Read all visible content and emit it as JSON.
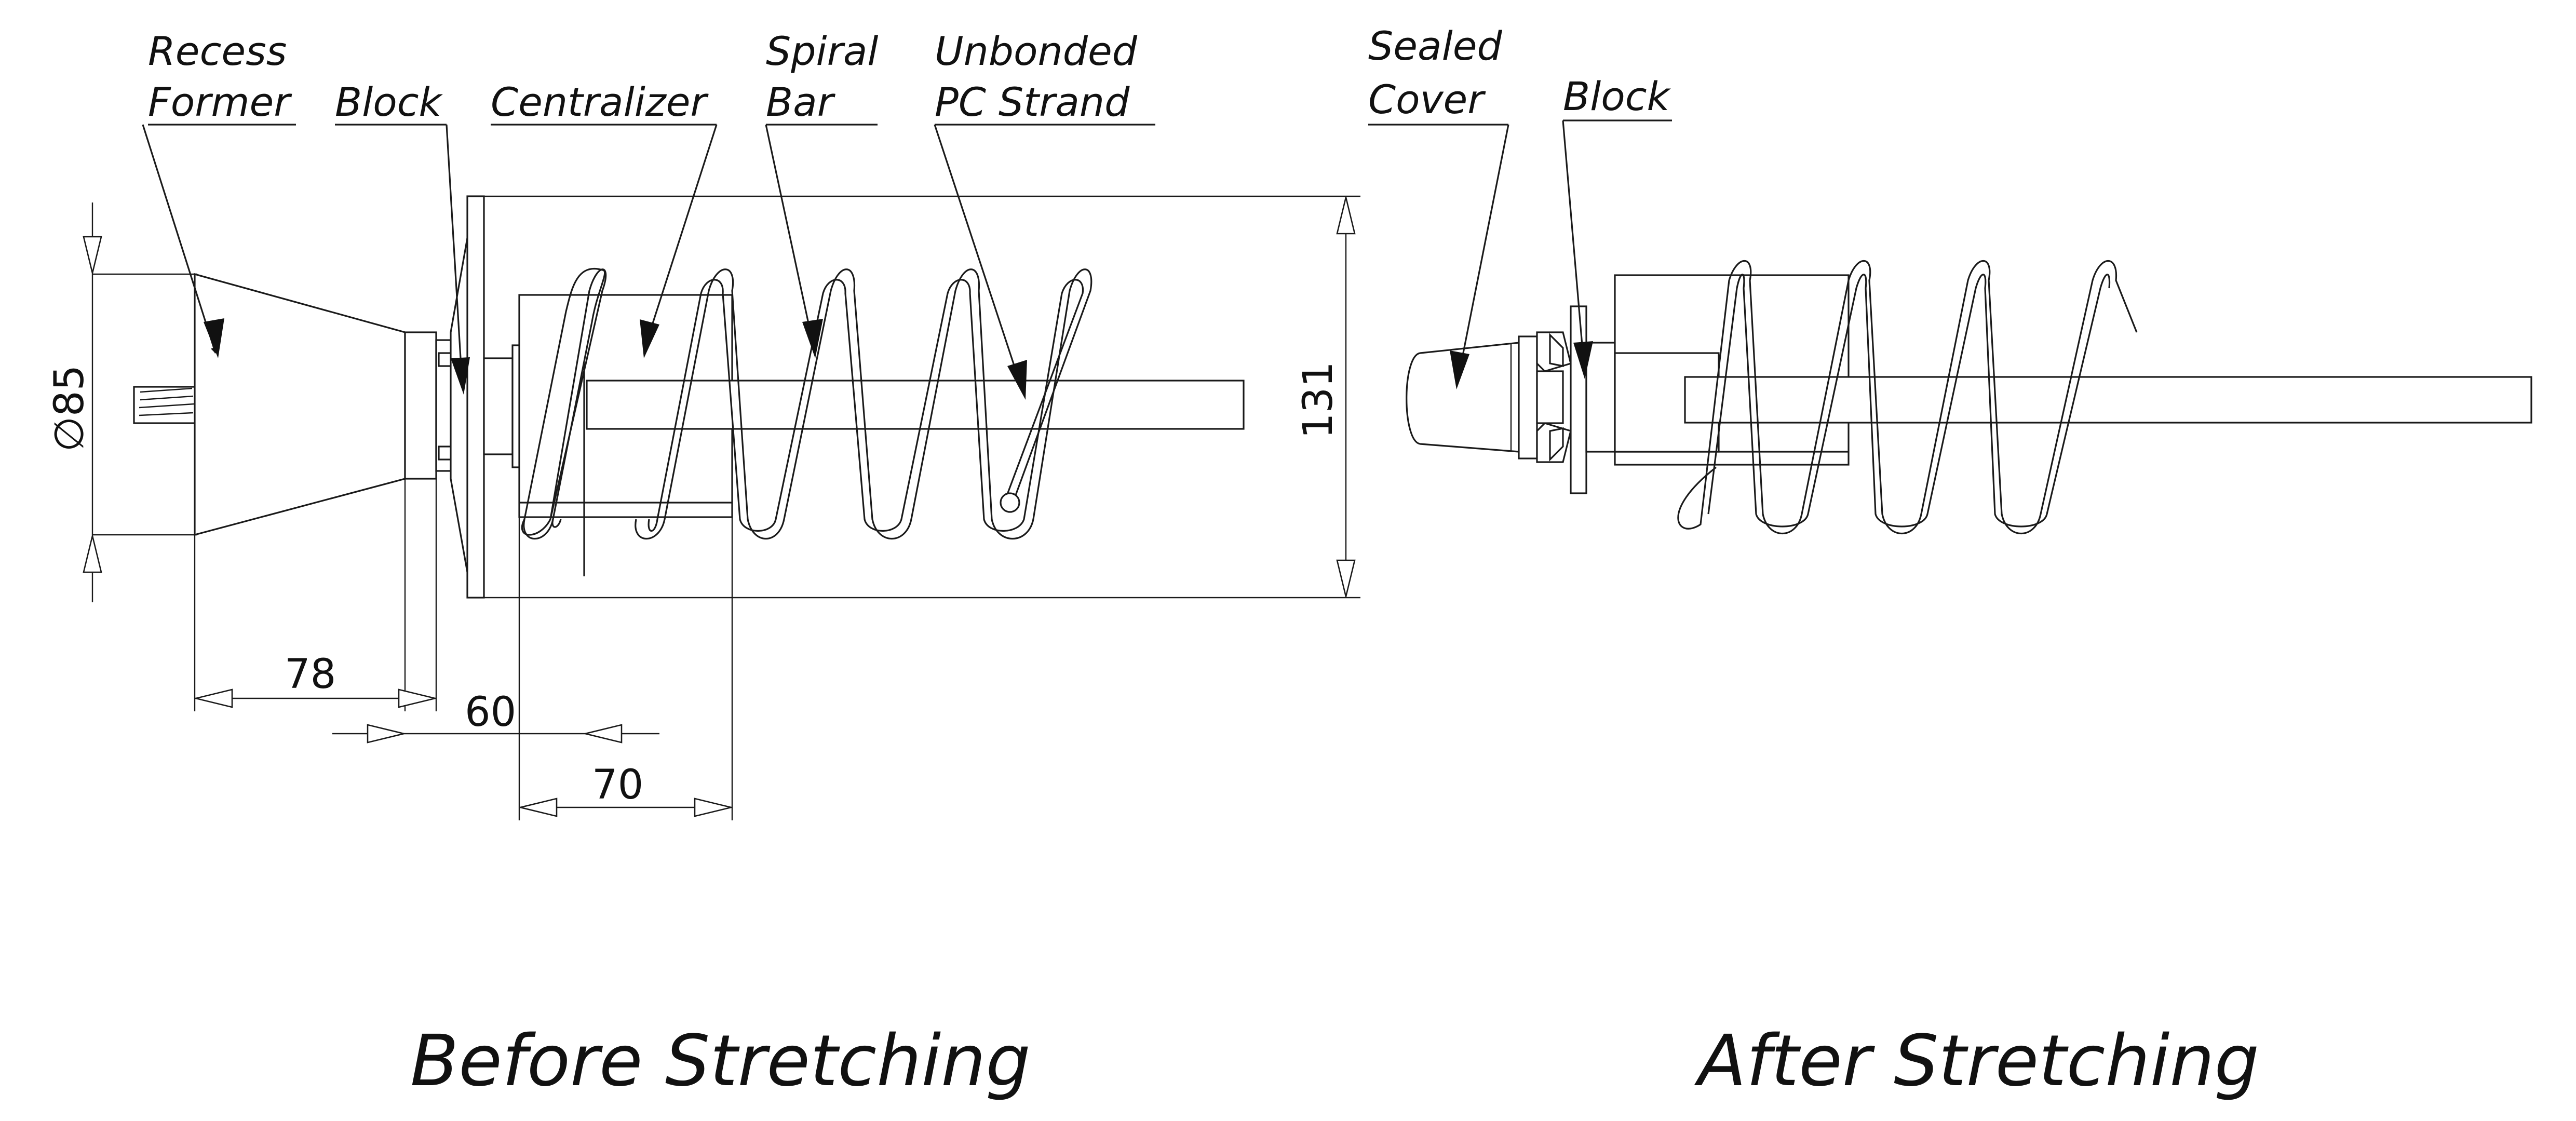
{
  "callouts": {
    "recess_former": [
      "Recess",
      "Former"
    ],
    "block_before": "Block",
    "centralizer": "Centralizer",
    "spiral_bar": [
      "Spiral",
      "Bar"
    ],
    "unbonded_strand": [
      "Unbonded",
      "PC Strand"
    ],
    "sealed_cover": [
      "Sealed",
      "Cover"
    ],
    "block_after": "Block"
  },
  "dimensions": {
    "diameter": "∅85",
    "plate_height": "131",
    "former_length": "78",
    "block_offset": "60",
    "centralizer_length": "70"
  },
  "captions": {
    "before": "Before Stretching",
    "after": "After Stretching"
  }
}
